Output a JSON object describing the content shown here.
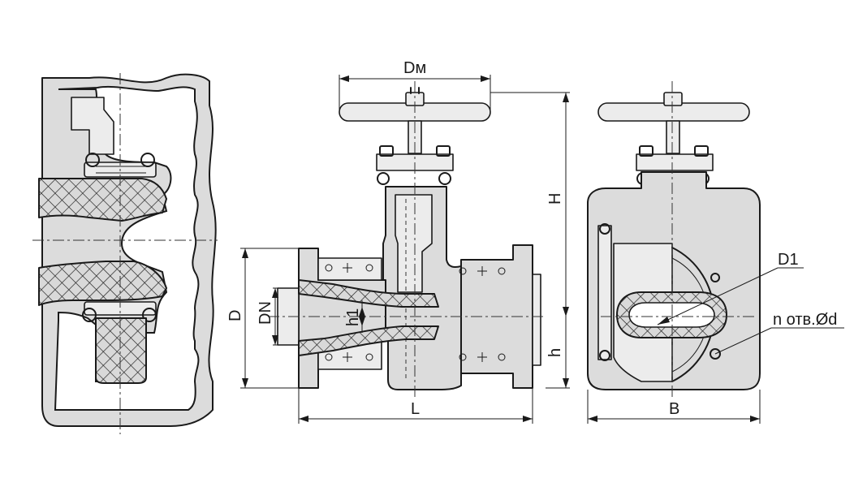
{
  "labels": {
    "dm": "Dм",
    "h_total": "H",
    "d1": "D1",
    "holes": "n отв.Ød",
    "d_flange": "D",
    "dn": "DN",
    "h1": "h1",
    "h_axis": "h",
    "l_length": "L",
    "b_width": "B"
  }
}
